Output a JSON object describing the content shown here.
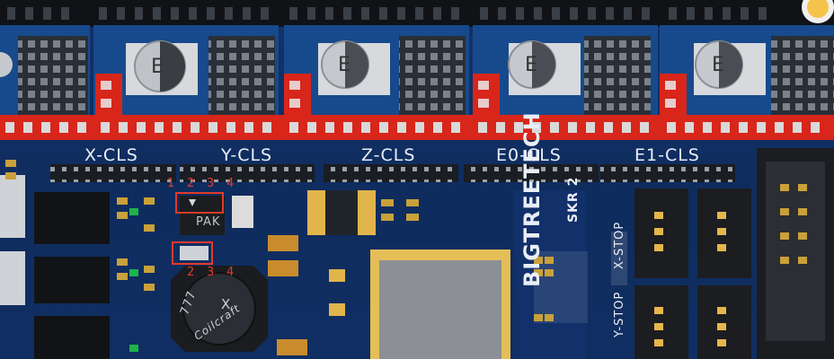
{
  "title": "BIGTREETECH SKR 2 board detail",
  "labels": {
    "x_cls": "X-CLS",
    "y_cls": "Y-CLS",
    "z_cls": "Z-CLS",
    "e0_cls": "E0-CLS",
    "e1_cls": "E1-CLS",
    "x_stop": "X-STOP",
    "y_stop": "Y-STOP",
    "brand": "BIGTREETECH",
    "model": "SKR 2",
    "chip_pak": "PAK",
    "cap_mark": "E",
    "inductor_code": "777",
    "inductor_brand": "Coilcraft",
    "inductor_mark": "X"
  },
  "pin_numbers_top": [
    "1",
    "2",
    "3",
    "4"
  ],
  "pin_numbers_bottom": [
    "2",
    "3",
    "4"
  ],
  "colors": {
    "pcb": "#12326a",
    "header_red": "#d8261b",
    "pin_gray": "#6f7680",
    "annotation_red": "#e23a2a",
    "pad_gold": "#c9a13a"
  }
}
